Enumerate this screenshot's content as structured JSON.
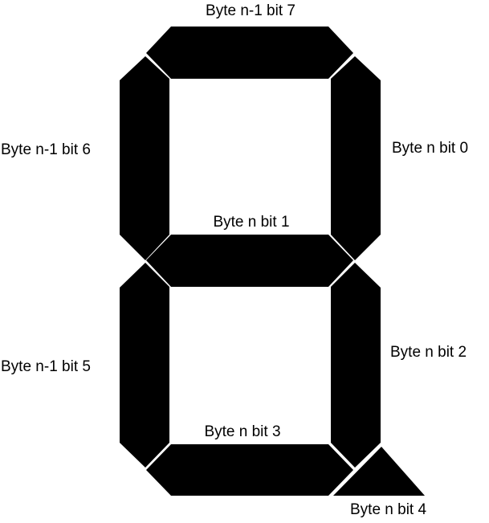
{
  "diagram": {
    "segment_color": "#000000",
    "background_color": "#ffffff",
    "labels": {
      "top": "Byte n-1 bit 7",
      "upper_left": "Byte n-1 bit 6",
      "upper_right": "Byte n bit 0",
      "middle": "Byte n bit 1",
      "lower_left": "Byte n-1 bit 5",
      "lower_right": "Byte n bit 2",
      "bottom": "Byte n bit 3",
      "decimal_point": "Byte n bit 4"
    }
  }
}
